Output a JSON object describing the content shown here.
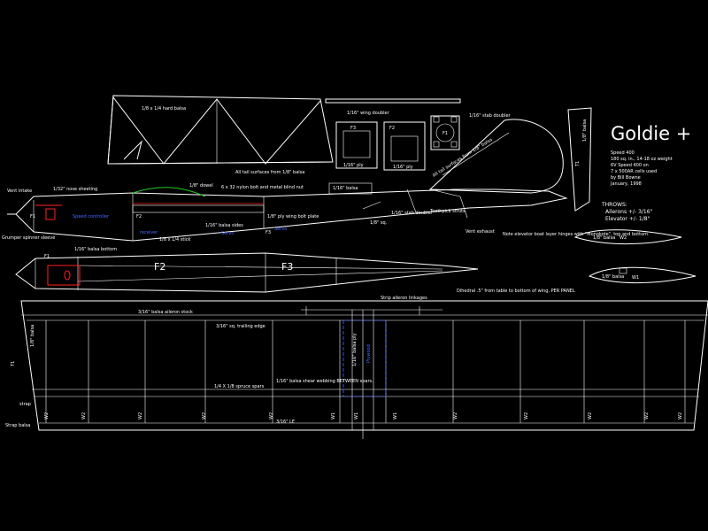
{
  "title": "Goldie  +",
  "specs": [
    "Speed 400",
    "180 sq. in., 14-18 oz weight",
    "6V Speed 400 on",
    "7 x 500AR cells used",
    "by Bill Bowne",
    "January, 1998"
  ],
  "throws": {
    "heading": "THROWS:",
    "ailerons": "Ailerons  +/- 3/16\"",
    "elevator": "Elevator +/- 1/8\""
  },
  "formers": {
    "f1": "F1",
    "f2": "F2",
    "f3": "F3"
  },
  "ribs": {
    "w1": "W1",
    "w2": "W2"
  },
  "side_labels": {
    "vent_intake": "Vent intake",
    "nose_sheeting": "1/32\" nose sheeting",
    "speed_controller": "Speed controller",
    "grumper": "Grumper spinner sleeve",
    "balsa_bottom": "1/16\" balsa bottom",
    "dowel": "1/8\" dowel",
    "bolt": "6 x 32 nylon bolt and metal blind nut",
    "tail_surfaces": "All tail surfaces from 1/8\" balsa",
    "ply_plate": "1/8\" ply wing bolt plate",
    "servo": "Servo",
    "balsa_sides": "1/16\" balsa sides",
    "rx_battery": "receiver",
    "stick": "1/8 x 1/4 stick",
    "sq": "1/8\" sq.",
    "stab_doubler": "1/16\" stab doubler",
    "toothpick": "Toothpick struts",
    "vent_exhaust": "Vent exhaust",
    "tail_surfaces2": "All tail surfaces from 1/8\" balsa",
    "hinge_note": "Note elevator boat layer hinges with \"Monokote\", top and bottom.",
    "truss": "1/8 x 1/4 hard balsa",
    "wing_doubler": "1/16\" wing doubler",
    "stab_doubler_top": "1/16\" stab doubler",
    "ply": "1/16\" ply",
    "ply2": "1/16\" ply",
    "balsa_plate": "1/16\" balsa"
  },
  "dihedral": "Dihedral .5\" from table to bottom of wing, PER PANEL",
  "wing_labels": {
    "aileron_stock": "3/16\" balsa aileron stock",
    "aileron_linkages": "Strip aileron linkages",
    "trailing_edge": "3/16\" sq. trailing edge",
    "spruce_spars": "1/4 X 1/8 spruce spars",
    "shear_web": "1/16\" balsa shear webbing BETWEEN spars.",
    "le": "3/16\" LE",
    "tip": "1/8\" balsa",
    "t1": "T1",
    "strap": "strap",
    "strap_balsa": "Strap balsa",
    "ply_joiner": "1/16\" balsa ply",
    "plywood": "Plywood"
  },
  "rib_marks": [
    "W2",
    "W2",
    "W2",
    "W2",
    "W2",
    "W1",
    "W1",
    "W1",
    "W2",
    "W2",
    "W2",
    "W2",
    "W2"
  ],
  "fin_labels": {
    "t1": "T1",
    "balsa": "1/8\" balsa"
  },
  "colors": {
    "background": "#000000",
    "lines": "#ffffff",
    "blue": "#4a6bff",
    "red": "#ff2020",
    "green": "#22cc22"
  }
}
